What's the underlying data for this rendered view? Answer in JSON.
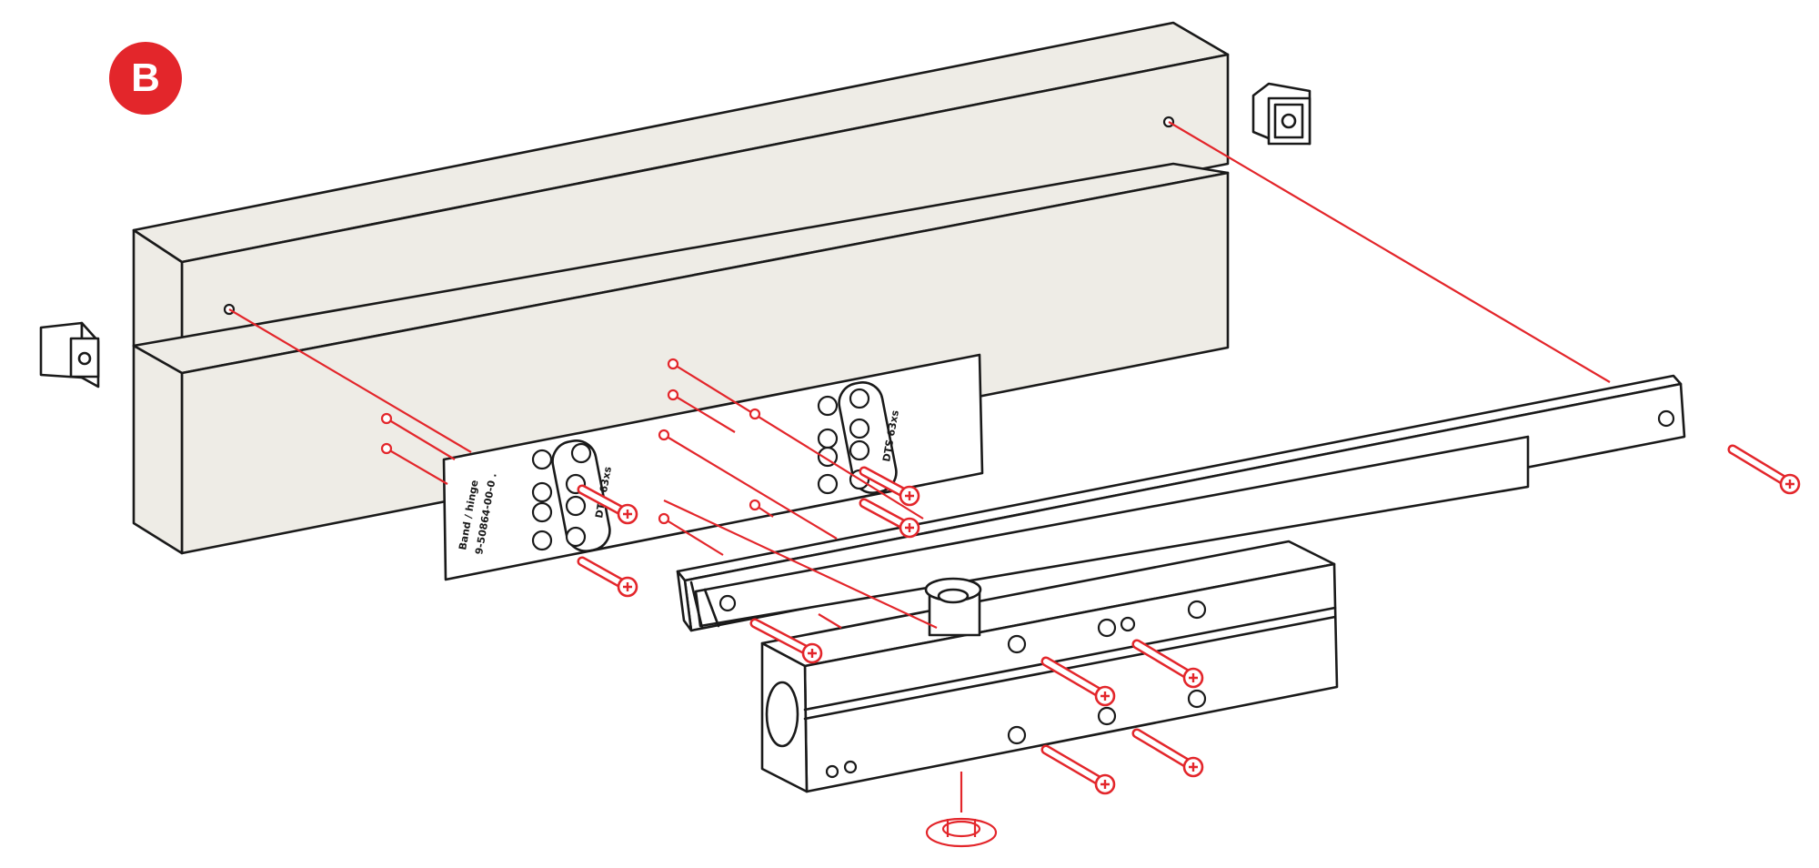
{
  "step": {
    "label": "B"
  },
  "mounting_plate": {
    "line1": "Band / hinge",
    "line2": "9-50864-00-0 ."
  },
  "plate_label_a": "DTS 63xs",
  "plate_label_b": "DTS 63xs",
  "colors": {
    "accent": "#e3262b",
    "wood": "#eeece6",
    "outline": "#1a1a1a"
  },
  "icons": {
    "end_cap_left": "end-cap-icon",
    "end_cap_right": "end-cap-icon",
    "screw": "screw-icon",
    "nut": "nut-icon"
  }
}
